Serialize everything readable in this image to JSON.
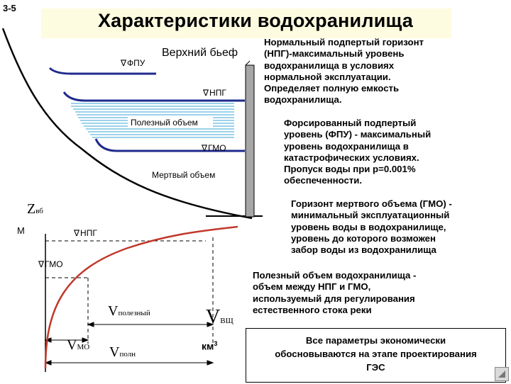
{
  "slide_number": "3-5",
  "title": "Характеристики водохранилища",
  "diagram": {
    "fpu_label": "ФПУ",
    "upper_pool_label": "Верхний бьеф",
    "npg_label": "НПГ",
    "useful_volume_label": "Полезный объем",
    "gmo_label": "ГМО",
    "dead_volume_label": "Мертвый объем",
    "z_main": "Z",
    "z_sub": "вб",
    "m_label": "М",
    "graph_npg_label": "НПГ",
    "graph_gmo_label": "ГМО",
    "v_useful_main": "V",
    "v_useful_sub": "полезный",
    "v_vsh_main": "V",
    "v_vsh_sub": "ВЩ",
    "v_mo_main": "V",
    "v_mo_sub": "МО",
    "v_poln_main": "V",
    "v_poln_sub": "полн",
    "km3_label": "км",
    "km3_sup": "3",
    "triangle_symbol": "∇"
  },
  "definitions": {
    "npg": "Нормальный подпертый горизонт\n(НПГ)-максимальный уровень\nводохранилища в условиях\nнормальной эксплуатации.\nОпределяет полную емкость\nводохранилища.",
    "fpu": "Форсированный подпертый\nуровень (ФПУ) - максимальный\nуровень водохранилища в\nкатастрофических условиях.\nПропуск воды при р=0.001%\nобеспеченности.",
    "gmo": "Горизонт мертвого объема (ГМО) -\nминимальный эксплуатационный\nуровень воды в водохранилище,\nуровень до которого возможен\nзабор воды из водохранилища",
    "useful_volume": "Полезный объем водохранилища -\nобъем между НПГ и ГМО,\nиспользуемый для регулирования\nестественного стока реки"
  },
  "note": "Все параметры экономически\nобосновываются на этапе проектирования\nГЭС",
  "colors": {
    "title_bg": "#fdfce0",
    "water_hatch": "#3aa6d6",
    "level_line": "#1f2a8c",
    "curve": "#c0392b",
    "dam": "#a6a6a6"
  }
}
